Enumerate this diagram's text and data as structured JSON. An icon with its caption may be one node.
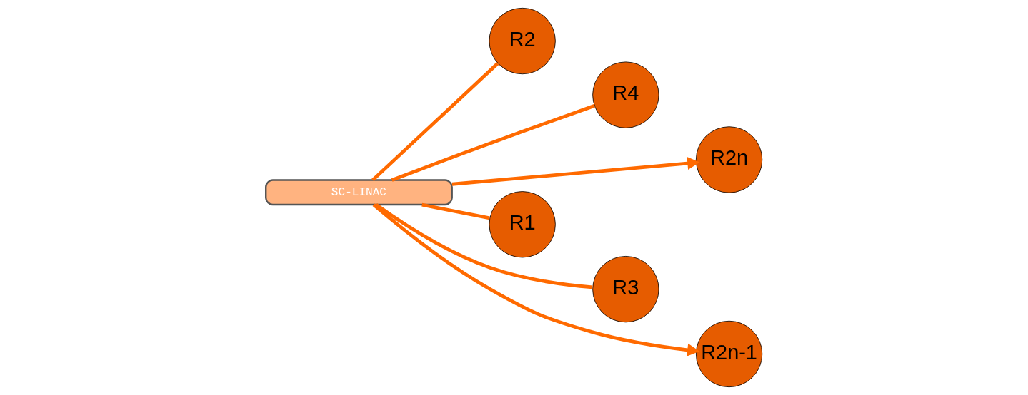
{
  "diagram": {
    "nodes": [
      {
        "text": [
          "R2"
        ]
      },
      {
        "text": [
          "R4"
        ]
      },
      {
        "text": [
          "R2n"
        ]
      },
      {
        "text": [
          "SC-LINAC"
        ]
      },
      {
        "text": [
          "R1"
        ]
      },
      {
        "text": [
          "R3"
        ]
      },
      {
        "text": [
          "R2n-1"
        ]
      }
    ],
    "edges": [
      {
        "from": 3,
        "to": 0,
        "arrow": "none"
      },
      {
        "from": 3,
        "to": 4,
        "arrow": "none"
      },
      {
        "from": 3,
        "to": 1,
        "arrow": "none"
      },
      {
        "from": 3,
        "to": 5,
        "arrow": "none"
      },
      {
        "from": 3,
        "to": 2,
        "arrow": "to"
      },
      {
        "from": 3,
        "to": 6,
        "arrow": "to"
      }
    ]
  }
}
